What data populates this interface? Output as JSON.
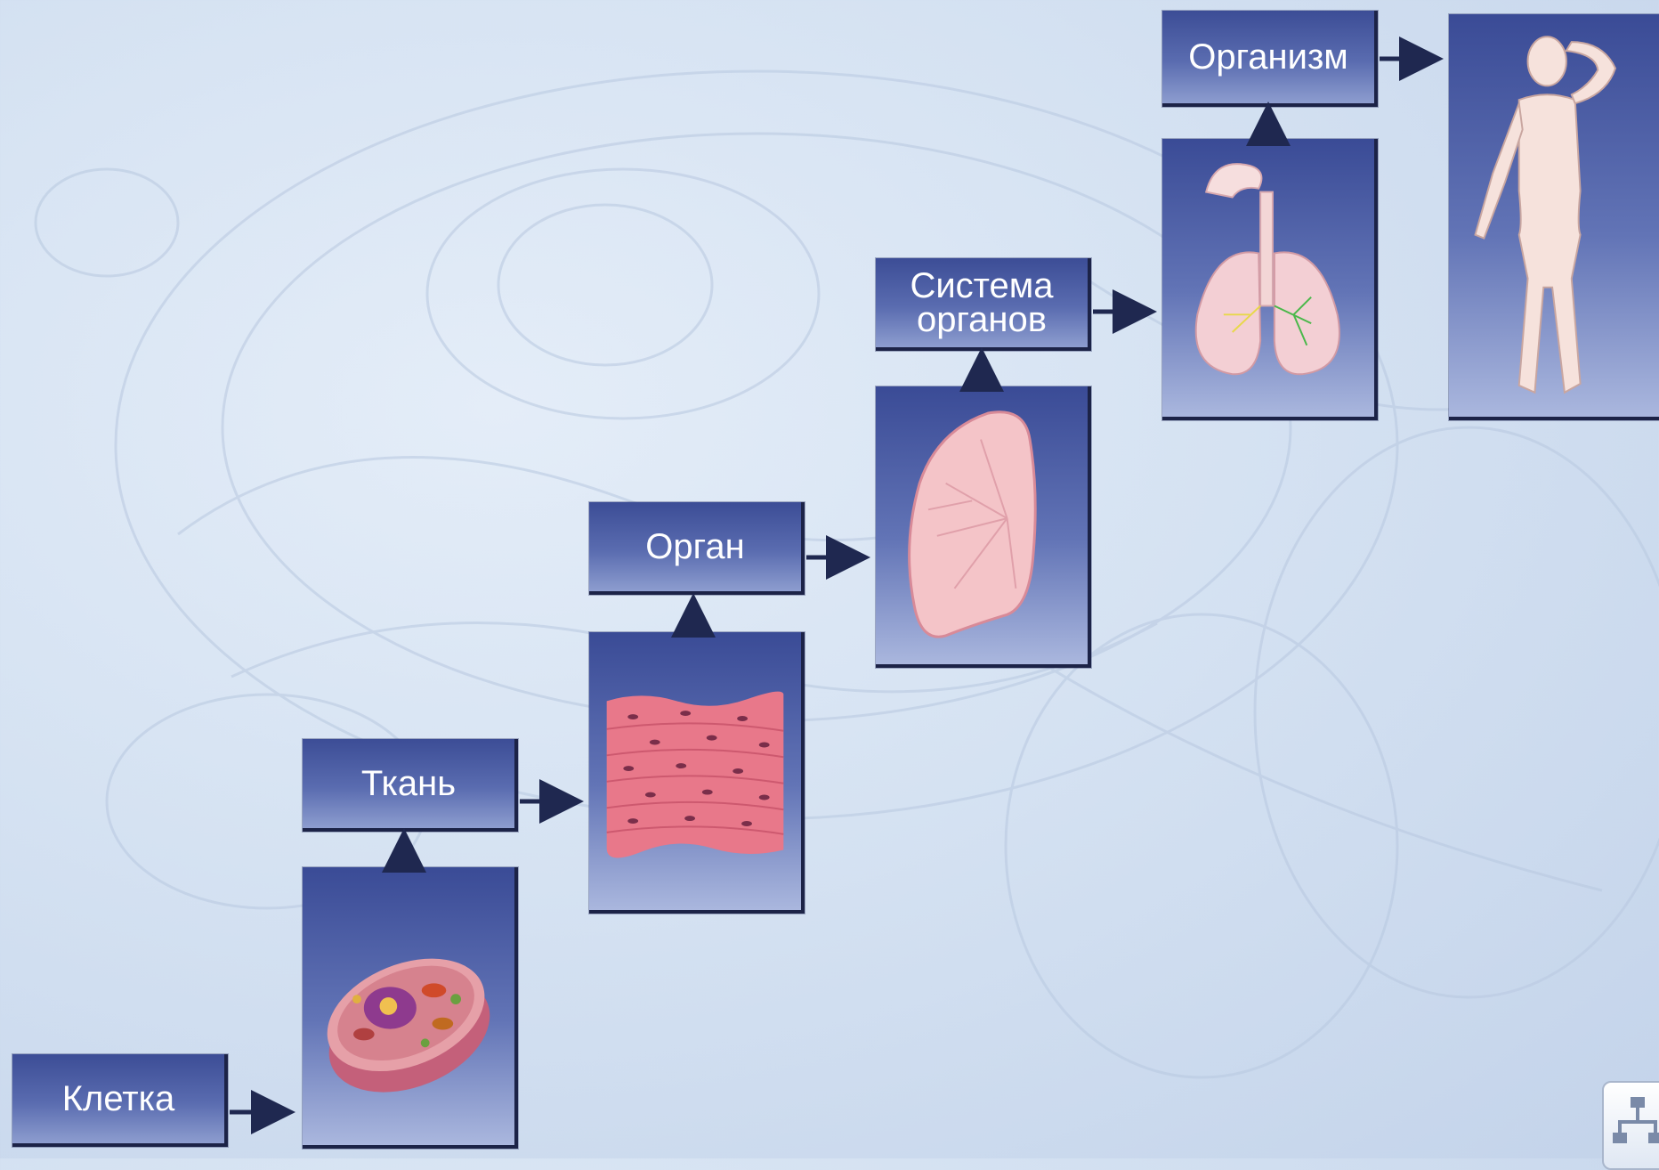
{
  "levels": [
    {
      "label": "Клетка",
      "icon": "cell-icon"
    },
    {
      "label": "Ткань",
      "icon": "tissue-icon"
    },
    {
      "label": "Орган",
      "icon": "organ-icon"
    },
    {
      "label": "Система органов",
      "label_line1": "Система",
      "label_line2": "органов",
      "icon": "lungs-icon"
    },
    {
      "label": "Организм",
      "icon": "human-icon"
    }
  ],
  "colors": {
    "box_dark": "#3c4d96",
    "box_light": "#8d9dcf",
    "box_border": "#1c2347",
    "arrow": "#1f2850",
    "background": "#d5e2f2"
  },
  "corner_button": {
    "icon": "hierarchy-icon"
  }
}
